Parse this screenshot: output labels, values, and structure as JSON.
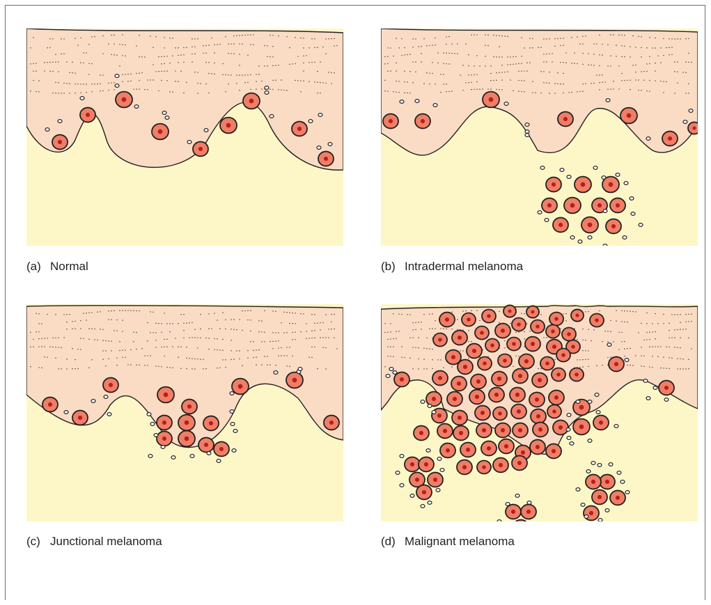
{
  "colors": {
    "epidermis": "#fadcc4",
    "dermis": "#fdf7c7",
    "cell_fill": "#f07e66",
    "cell_nucleus": "#b5201f",
    "outline": "#231f20",
    "frame": "#6d6d6d"
  },
  "panels": [
    {
      "id": "a",
      "letter": "(a)",
      "label": "Normal"
    },
    {
      "id": "b",
      "letter": "(b)",
      "label": "Intradermal melanoma"
    },
    {
      "id": "c",
      "letter": "(c)",
      "label": "Junctional melanoma"
    },
    {
      "id": "d",
      "letter": "(d)",
      "label": "Malignant melanoma"
    }
  ]
}
